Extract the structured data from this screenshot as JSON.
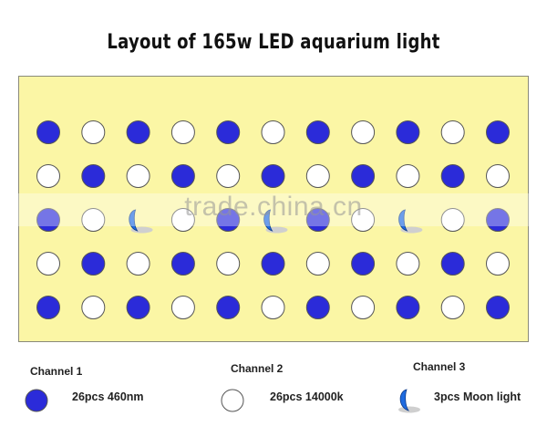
{
  "title": "Layout of 165w LED aquarium light",
  "colors": {
    "panel": "#fbf6a5",
    "blue": "#2b2bd9",
    "white": "#ffffff",
    "moon": "#1e6be0"
  },
  "grid": {
    "rows": 5,
    "cols": 11,
    "layout": [
      [
        "B",
        "W",
        "B",
        "W",
        "B",
        "W",
        "B",
        "W",
        "B",
        "W",
        "B"
      ],
      [
        "W",
        "B",
        "W",
        "B",
        "W",
        "B",
        "W",
        "B",
        "W",
        "B",
        "W"
      ],
      [
        "B",
        "W",
        "M",
        "W",
        "B",
        "M",
        "B",
        "W",
        "M",
        "W",
        "B"
      ],
      [
        "W",
        "B",
        "W",
        "B",
        "W",
        "B",
        "W",
        "B",
        "W",
        "B",
        "W"
      ],
      [
        "B",
        "W",
        "B",
        "W",
        "B",
        "W",
        "B",
        "W",
        "B",
        "W",
        "B"
      ]
    ]
  },
  "watermark": "trade.china.cn",
  "legend": [
    {
      "channel": "Channel 1",
      "description": "26pcs 460nm",
      "icon": "blue-led-icon"
    },
    {
      "channel": "Channel 2",
      "description": "26pcs 14000k",
      "icon": "white-led-icon"
    },
    {
      "channel": "Channel 3",
      "description": "3pcs Moon light",
      "icon": "moon-led-icon"
    }
  ]
}
